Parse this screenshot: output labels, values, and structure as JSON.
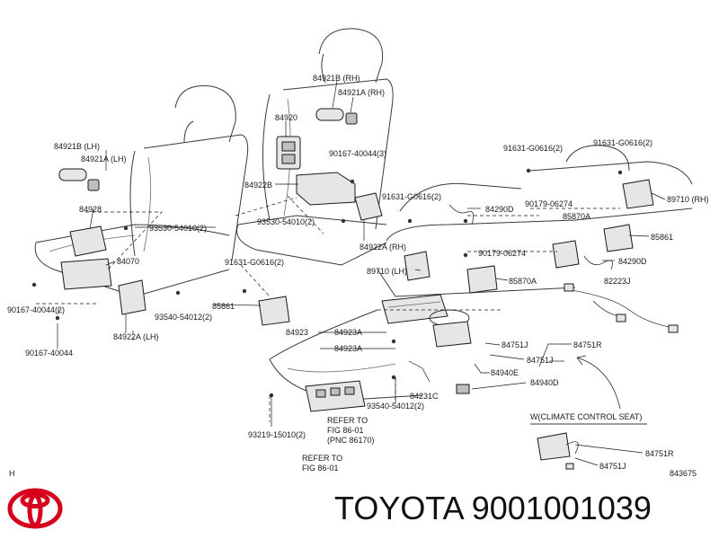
{
  "brand": {
    "text": "TOYOTA 9001001039",
    "logo_color": "#d6001c"
  },
  "diagram_code": "843675",
  "corner_mark": "H",
  "inset_title": "W(CLIMATE CONTROL SEAT)",
  "labels": {
    "p84921B_RH": "84921B (RH)",
    "p84921A_RH": "84921A (RH)",
    "p84920": "84920",
    "p84921B_LH": "84921B (LH)",
    "p84921A_LH": "84921A (LH)",
    "p90167_40044_3": "90167-40044(3)",
    "p84922B": "84922B",
    "p84928": "84928",
    "p93530_54010_2_a": "93530-54010(2)",
    "p93530_54010_2_b": "93530-54010(2)",
    "p84922A_RH": "84922A (RH)",
    "p84070": "84070",
    "p91631_G0616_2_a": "91631-G0616(2)",
    "p91631_G0616_2_b": "91631-G0616(2)",
    "p91631_G0616_2_c": "91631-G0616(2)",
    "p91631_G0616_2_d": "91631-G0616(2)",
    "p84290D_a": "84290D",
    "p84290D_b": "84290D",
    "p90179_06274_a": "90179-06274",
    "p90179_06274_b": "90179-06274",
    "p85870A_a": "85870A",
    "p85870A_b": "85870A",
    "p89710_RH": "89710 (RH)",
    "p89710_LH": "89710 (LH)",
    "p85861_a": "85861",
    "p85861_b": "85861",
    "p82223J": "82223J",
    "p90167_40044_2": "90167-40044(2)",
    "p93540_54012_2_a": "93540-54012(2)",
    "p93540_54012_2_b": "93540-54012(2)",
    "p84922A_LH": "84922A (LH)",
    "p90167_40044": "90167-40044",
    "p84923_a": "84923",
    "p84923A_a": "84923A",
    "p84923A_b": "84923A",
    "p84751J_a": "84751J",
    "p84751J_b": "84751J",
    "p84751J_c": "84751J",
    "p84751R_a": "84751R",
    "p84751R_b": "84751R",
    "p84940E": "84940E",
    "p84940D": "84940D",
    "p84231C": "84231C",
    "p93219_15010_2": "93219-15010(2)",
    "refer_1a": "REFER TO",
    "refer_1b": "FIG    86-01",
    "refer_1c": "(PNC 86170)",
    "refer_2a": "REFER TO",
    "refer_2b": "FIG    86-01"
  }
}
